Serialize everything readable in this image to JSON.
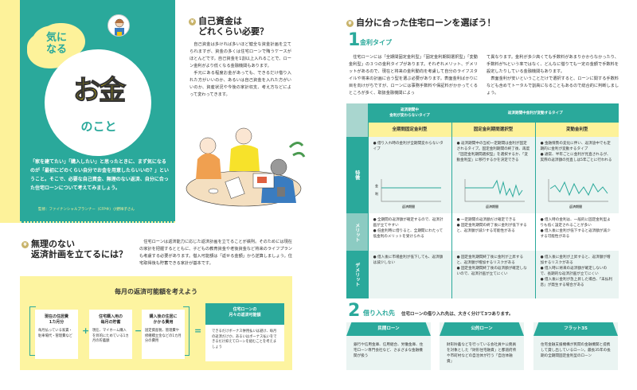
{
  "left": {
    "cover": {
      "bubble": [
        "気に",
        "なる"
      ],
      "title_main": "お金",
      "title_sub": "のこと",
      "lead": "「家を建てたい」「購入したい」と思ったときに、まず気になるのが「最初にどのくらい自分でお金を用意したらいいの？」ということ。そこで、必要な自己資金、無理のない返済、自分に合った住宅ローンについて考えてみましょう。",
      "supervisor": "監修：ファイナンシャルプランナー（CFP®）小野祥子さん"
    },
    "own_funds": {
      "icon": "yen-icon",
      "title": [
        "自己資金は",
        "どれくらい必要？"
      ],
      "paragraphs": [
        "自己資金は多ければ多いほど健全な資金計画を立てられますが、資金の多くは住宅ローンで賄うケースがほとんどです。自己資金を1割以上入れることで、ローン金利がより低くなる金融機関もあります。",
        "手元にある程度お金があっても、できるだけ借り入れた方がいいのか、あるいは自己資金を入れた方がいいのか、資産状況や今後の家計収支、考え方などによって変わってきます。"
      ]
    },
    "repayment": {
      "title": [
        "無理のない",
        "返済計画を立てるには？"
      ],
      "text": "住宅ローンは返済能力に応じた返済計画を立てることが鉄則。そのためには現在の家計を把握するとともに、子どもの教育資金や老後資金など将来のライフプランも考慮する必要があります。借入可能額は「返せる金額」から逆算しましょう。住宅取得後も貯蓄できる家計が基本です。",
      "box_title": "毎月の返済可能額を考えよう",
      "items": [
        {
          "title": "現在の住居費\n1カ月分",
          "desc": "毎月払っている家賃・駐車場代・管理費など"
        },
        {
          "title": "住宅購入用の\n毎月の貯蓄",
          "desc": "現在、マイホーム購入を目的にためている1カ月の貯蓄額"
        },
        {
          "title": "購入後の住居に\nかかる費用",
          "desc": "固定資産税、管理費や修繕積立金などの1カ月分の費用"
        }
      ],
      "ops": [
        "+",
        "−",
        "="
      ],
      "result_title": "住宅ローンの\n月々の返済可能額",
      "result_desc": "できるだけボーナス併用払いは避け、毎月の返済だけか、あるいはボーナス払いをできるだけ抑えてローンを組むことを考えましょう"
    }
  },
  "right": {
    "title": "自分に合った住宅ローンを選ぼう！",
    "s1": {
      "num": "1",
      "label": "金利タイプ",
      "col1": "住宅ローンには「全期間固定金利型」「固定金利期間選択型」「変動金利型」の３つの金利タイプがあります。それぞれメリット、デメリットがあるので、現在と将来の金利動向を考慮して自分のライフスタイルや将来の計画に合う型を選ぶ必要があります。表面金利ばかりに目を向けがちですが、ローンには事務手数料や保証料がかかってくるところが多く、取扱金融機関によっ",
      "col2": "て異なります。金利が多少高くても手数料があまりかからなかったり、手数料が%という率ではなく、どんなに借りても一定の金額で手数料を設定したりしている金融機関もあります。\n　表面金利が安いということだけで選択すると、ローンに関する手数料なども含めてトータルで割高になることもあるので総合的に判断しましょう。",
      "table": {
        "group1": "返済期間中\n金利が変わらないタイプ",
        "group2": "返済期間中金利が変動するタイプ",
        "types": [
          "全期間固定金利型",
          "固定金利期間選択型",
          "変動金利型"
        ],
        "row_labels": [
          "特徴",
          "メリット",
          "デメリット"
        ],
        "axis_y": "金利",
        "axis_x": "返済期間",
        "features": [
          "● 借り入れ時の金利が全期間変わらないタイプ",
          "● 返済期間中の当初一定期間は金利が固定されるタイプ。固定金利期間の終了後、再度「固定金利期間選択型」を選択するか、「変動金利型」に移行するかを決定できる",
          "● 金融情勢の変化に伴い、返済途中でも定期的に金利が変動するタイプ\n● 通常、半年ごとに金利が見直されるが、実際の返済額の見直しは5年ごとに行われる"
        ],
        "merits": [
          "● 全期間の返済額が確定するので、返済計画が立てやすい\n● 低金利時に借りると、全期間にわたって低金利のメリットを受けられる",
          "● 一定期間の返済額だけ確定できる\n● 固定金利期間の終了後に金利が低下すると、返済額が減少する可能性がある",
          "● 借入時の金利は、一般的に固定金利型よりも低く設定されることが多い\n● 借入後に金利が低下すると返済額が減少する可能性がある"
        ],
        "demerits": [
          "● 借入後に市場金利が低下しても、返済額は減少しない",
          "● 固定金利期間終了後に金利が上昇すると、返済額が増加するリスクがある\n● 固定金利期間終了後の返済額が確定しないので、返済計画が立てにくい",
          "● 借入後に金利が上昇すると、返済額が増加するリスクがある\n● 借入時に将来の返済額が確定しないので、長期的な返済計画が立てにくい\n● 借入後に金利が急上昇した場合、「未払利息」が発生する場合がある"
        ]
      }
    },
    "s2": {
      "num": "2",
      "label": "借り入れ先",
      "lead": "住宅ローンの借り入れ先は、大きく分けて3つあります。",
      "cards": [
        {
          "title": "民間ローン",
          "desc": "銀行や信用金庫、信用組合、労働金庫、住宅ローン専門会社など、さまざまな金融機関が扱う"
        },
        {
          "title": "公的ローン",
          "desc": "財形貯蓄などを行っている会社員や公務員を対象とした「財形住宅融資」と都道府県や市町村などの自治体が行う「自治体融資」"
        },
        {
          "title": "フラット35",
          "desc": "住宅金融支援機構が民間の金融機関と提携して貸し出しているローン。最長35年の長期の全期間固定金利型のローン"
        }
      ]
    }
  },
  "colors": {
    "teal": "#2aa99b",
    "yellow": "#fdf29a",
    "light_teal": "#eaf4f2"
  }
}
